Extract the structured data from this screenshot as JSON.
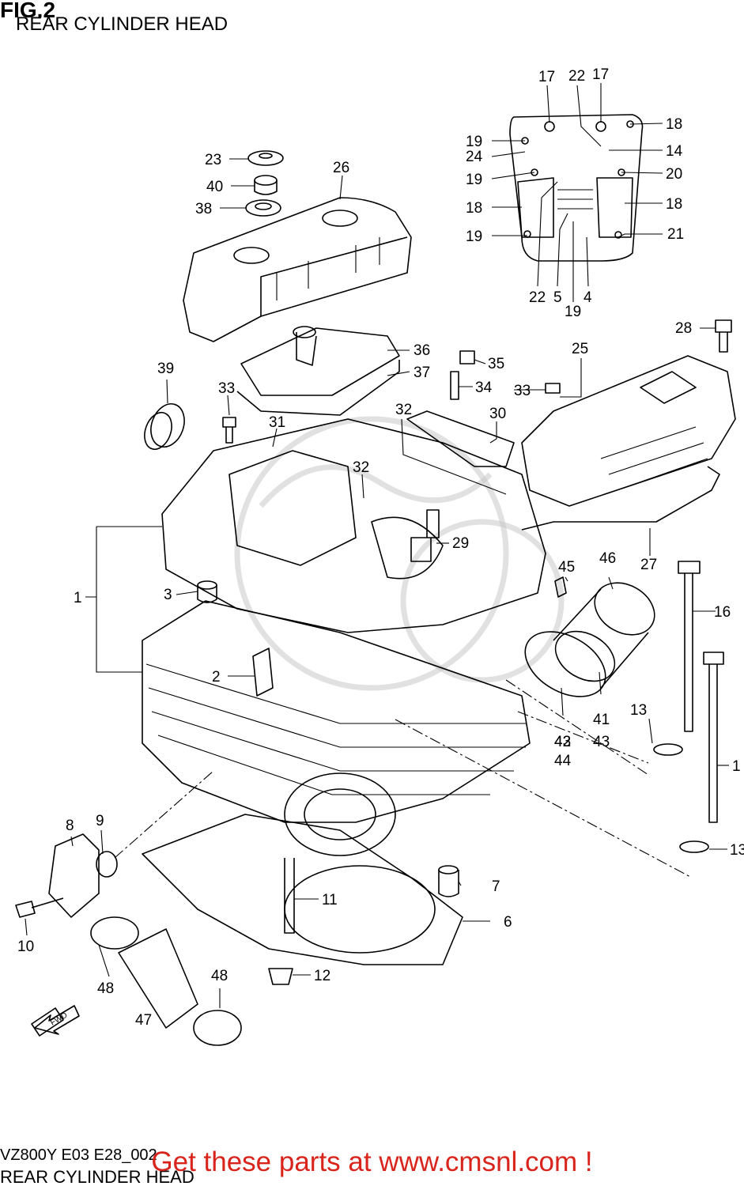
{
  "header": {
    "fig": "FIG.2",
    "title": "REAR CYLINDER HEAD"
  },
  "footer": {
    "code": "VZ800Y E03 E28_002",
    "title": "REAR CYLINDER HEAD",
    "promo": "Get these parts at www.cmsnl.com !"
  },
  "fwd_label": "FWD",
  "promo_color": "#d9241c",
  "callouts": {
    "c1": "1",
    "c2": "2",
    "c3": "3",
    "c4": "4",
    "c5": "5",
    "c6": "6",
    "c7": "7",
    "c8": "8",
    "c9": "9",
    "c10": "10",
    "c11": "11",
    "c12": "12",
    "c13a": "13",
    "c13b": "13",
    "c14": "14",
    "c15": "1",
    "c16": "16",
    "c17a": "17",
    "c17b": "17",
    "c18a": "18",
    "c18b": "18",
    "c18c": "18",
    "c19a": "19",
    "c19b": "19",
    "c19c": "19",
    "c19d": "19",
    "c20": "20",
    "c21": "21",
    "c22a": "22",
    "c22b": "22",
    "c23": "23",
    "c24": "24",
    "c25": "25",
    "c26": "26",
    "c27": "27",
    "c28": "28",
    "c29": "29",
    "c30": "30",
    "c31": "31",
    "c32a": "32",
    "c32b": "32",
    "c33a": "33",
    "c33b": "33",
    "c34": "34",
    "c35": "35",
    "c36": "36",
    "c37": "37",
    "c38": "38",
    "c39": "39",
    "c40": "40",
    "c41": "41",
    "c42": "42",
    "c43a": "43",
    "c43b": "43",
    "c44": "44",
    "c45": "45",
    "c46": "46",
    "c47": "47",
    "c48a": "48",
    "c48b": "48"
  }
}
